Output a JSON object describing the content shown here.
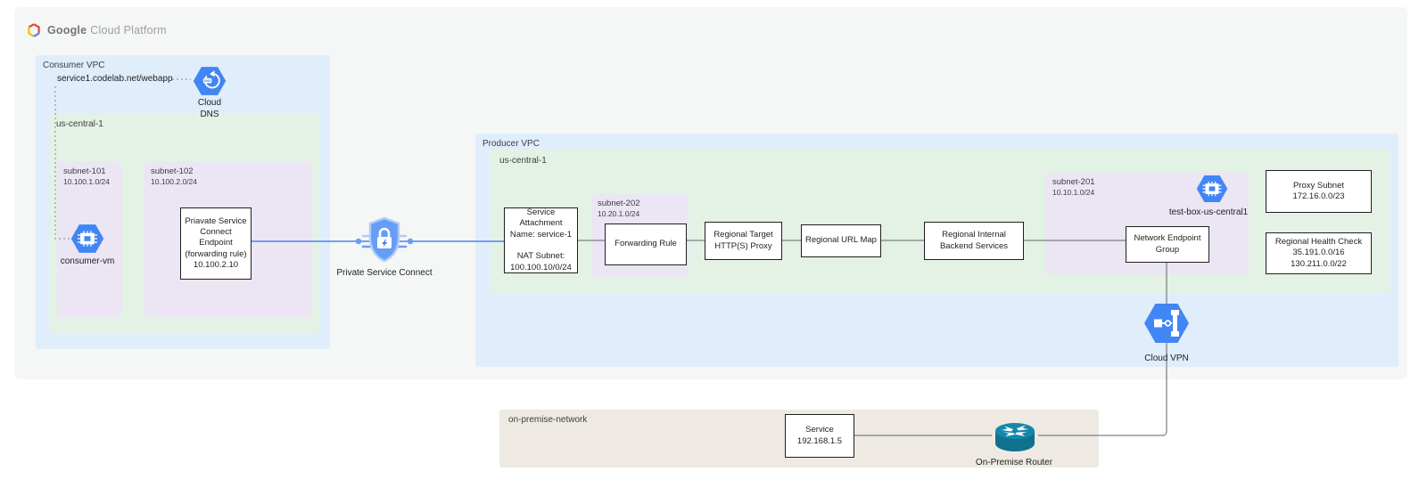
{
  "header": {
    "logo_bold": "Google",
    "logo_light": "Cloud Platform"
  },
  "consumer": {
    "vpc_label": "Consumer VPC",
    "region_label": "us-central-1",
    "dns_record": "service1.codelab.net/webapp",
    "cloud_dns_label": "Cloud\nDNS",
    "subnet101": {
      "name": "subnet-101",
      "cidr": "10.100.1.0/24"
    },
    "subnet102": {
      "name": "subnet-102",
      "cidr": "10.100.2.0/24"
    },
    "vm_label": "consumer-vm",
    "endpoint_box": "Priavate Service\nConnect Endpoint\n(forwarding rule)\n10.100.2.10"
  },
  "psc": {
    "label": "Private Service Connect"
  },
  "producer": {
    "vpc_label": "Producer VPC",
    "region_label": "us-central-1",
    "service_attachment": "Service\nAttachment\nName: service-1\n\nNAT Subnet:\n100.100.10/0/24",
    "subnet202": {
      "name": "subnet-202",
      "cidr": "10.20.1.0/24"
    },
    "forwarding_rule": "Forwarding Rule",
    "target_proxy": "Regional Target\nHTTP(S) Proxy",
    "url_map": "Regional URL Map",
    "backend_services": "Regional Internal\nBackend Services",
    "subnet201": {
      "name": "subnet-201",
      "cidr": "10.10.1.0/24"
    },
    "neg": "Network Endpoint\nGroup",
    "test_box_label": "test-box-us-central1",
    "proxy_subnet": "Proxy Subnet\n172.16.0.0/23",
    "health_check": "Regional Health Check\n35.191.0.0/16\n130.211.0.0/22",
    "cloud_vpn_label": "Cloud VPN"
  },
  "onprem": {
    "label": "on-premise-network",
    "service_box": "Service\n192.168.1.5",
    "router_label": "On-Premise Router"
  },
  "colors": {
    "panel_gray": "#f5f6f6",
    "vpc_blue": "#e0edfa",
    "region_green": "#e4f1e5",
    "subnet_purple": "#ebe5f4",
    "onprem_beige": "#eeeae3",
    "icon_blue": "#4285f4",
    "line_blue": "#4d86ec",
    "line_gray": "#5f6368",
    "router_teal": "#10708f"
  }
}
